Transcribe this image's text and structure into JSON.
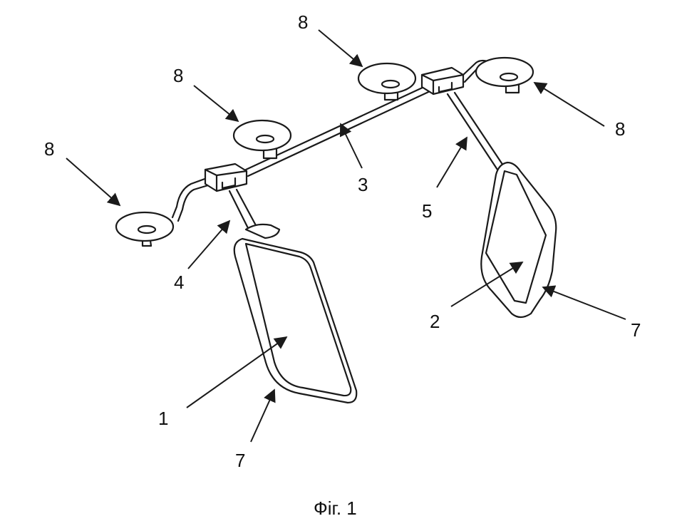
{
  "figure": {
    "caption": "Фіг. 1",
    "labels": {
      "l1": "1",
      "l2": "2",
      "l3": "3",
      "l4": "4",
      "l5": "5",
      "l7a": "7",
      "l7b": "7",
      "l8a": "8",
      "l8b": "8",
      "l8c": "8",
      "l8d": "8"
    },
    "colors": {
      "line": "#1a1a1a",
      "background": "#ffffff"
    }
  }
}
